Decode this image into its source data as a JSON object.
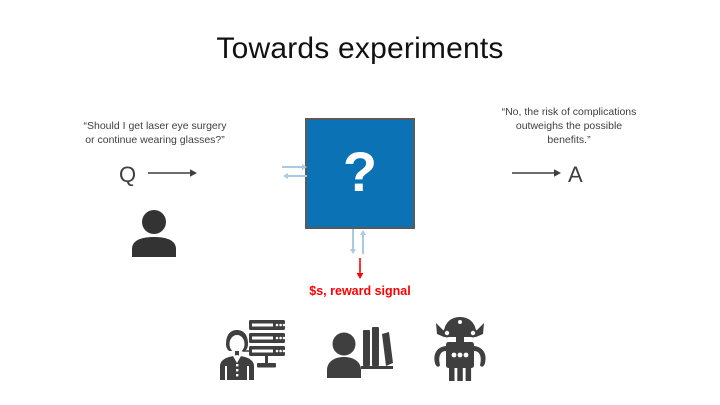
{
  "slide": {
    "title": "Towards experiments",
    "background_color": "#ffffff"
  },
  "left": {
    "quote": "“Should I get laser eye surgery or continue wearing glasses?”",
    "letter": "Q",
    "arrow_direction": "right",
    "person_icon": "person-silhouette-icon"
  },
  "right": {
    "quote": "“No, the risk of complications outweighs the possible benefits.”",
    "letter": "A",
    "arrow_direction": "right"
  },
  "center": {
    "box_symbol": "?",
    "box_color": "#0b72b5",
    "box_border_color": "#595959",
    "box_text_color": "#ffffff",
    "left_exchange_arrows": "bidirectional-horizontal",
    "bottom_exchange_arrows": "bidirectional-vertical",
    "exchange_arrow_color": "#a8cbe4"
  },
  "reward": {
    "label": "$s, reward signal",
    "color": "#ff0000",
    "arrow_direction": "down"
  },
  "actors": [
    {
      "name": "data-scientist",
      "icon": "person-with-servers-icon"
    },
    {
      "name": "expert",
      "icon": "person-with-books-icon"
    },
    {
      "name": "robot",
      "icon": "robot-icon"
    }
  ]
}
